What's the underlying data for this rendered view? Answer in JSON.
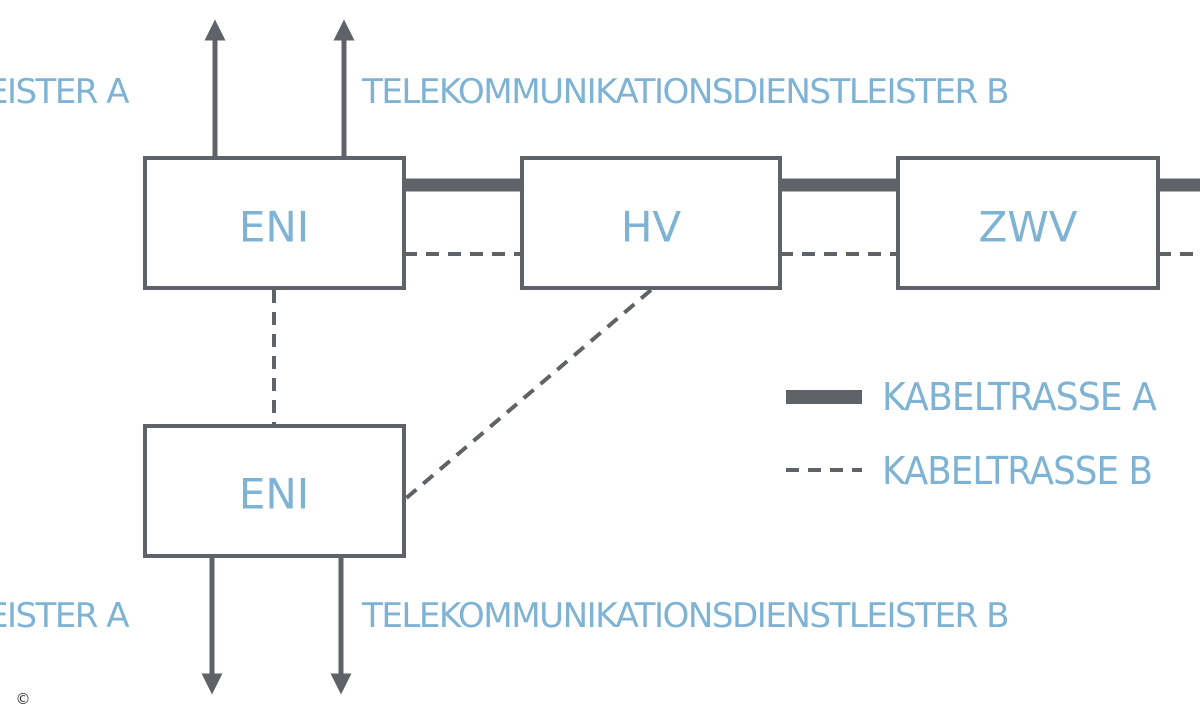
{
  "nodes": {
    "eni_top": "ENI",
    "hv": "HV",
    "zwv": "ZWV",
    "eni_bottom": "ENI"
  },
  "labels": {
    "top_left": "LEISTER A",
    "top_right": "TELEKOMMUNIKATIONSDIENSTLEISTER B",
    "bottom_left": "LEISTER A",
    "bottom_right": "TELEKOMMUNIKATIONSDIENSTLEISTER B"
  },
  "legend": {
    "solid": "KABELTRASSE A",
    "dashed": "KABELTRASSE B"
  },
  "copyright": "©",
  "colors": {
    "line": "#5f6369",
    "text": "#7fb3d4",
    "background": "#ffffff"
  }
}
